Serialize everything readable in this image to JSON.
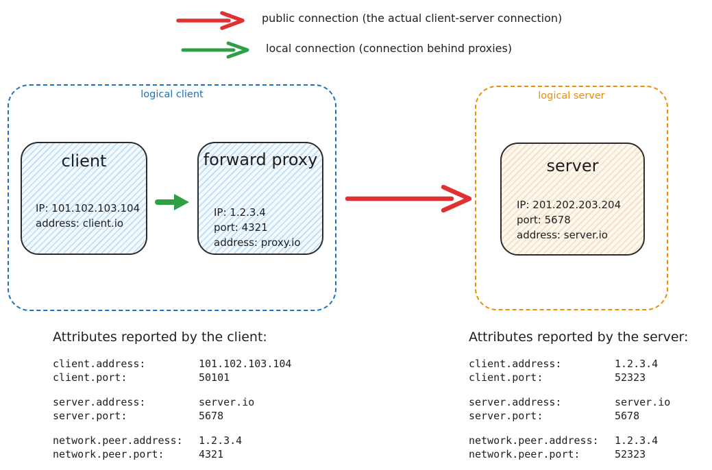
{
  "colors": {
    "red": "#e03131",
    "green": "#2f9e44",
    "blue": "#1971c2",
    "orange": "#f08c00",
    "ink": "#1e1e1e"
  },
  "legend": {
    "public": {
      "label": "public connection (the actual client-server connection)"
    },
    "local": {
      "label": "local connection (connection behind proxies)"
    }
  },
  "logical_client": {
    "label": "logical client",
    "nodes": [
      {
        "title": "client",
        "lines": [
          "IP: 101.102.103.104",
          "address: client.io"
        ]
      },
      {
        "title": "forward proxy",
        "lines": [
          "IP: 1.2.3.4",
          "port: 4321",
          "address: proxy.io"
        ]
      }
    ]
  },
  "logical_server": {
    "label": "logical server",
    "node": {
      "title": "server",
      "lines": [
        "IP: 201.202.203.204",
        "port: 5678",
        "address: server.io"
      ]
    }
  },
  "client_attributes": {
    "title": "Attributes reported by the client:",
    "groups": [
      [
        {
          "key": "client.address:",
          "value": "101.102.103.104"
        },
        {
          "key": "client.port:",
          "value": "50101"
        }
      ],
      [
        {
          "key": "server.address:",
          "value": "server.io"
        },
        {
          "key": "server.port:",
          "value": "5678"
        }
      ],
      [
        {
          "key": "network.peer.address:",
          "value": "1.2.3.4"
        },
        {
          "key": "network.peer.port:",
          "value": "4321"
        }
      ]
    ]
  },
  "server_attributes": {
    "title": "Attributes reported by the server:",
    "groups": [
      [
        {
          "key": "client.address:",
          "value": "1.2.3.4"
        },
        {
          "key": "client.port:",
          "value": "52323"
        }
      ],
      [
        {
          "key": "server.address:",
          "value": "server.io"
        },
        {
          "key": "server.port:",
          "value": "5678"
        }
      ],
      [
        {
          "key": "network.peer.address:",
          "value": "1.2.3.4"
        },
        {
          "key": "network.peer.port:",
          "value": "52323"
        }
      ]
    ]
  }
}
